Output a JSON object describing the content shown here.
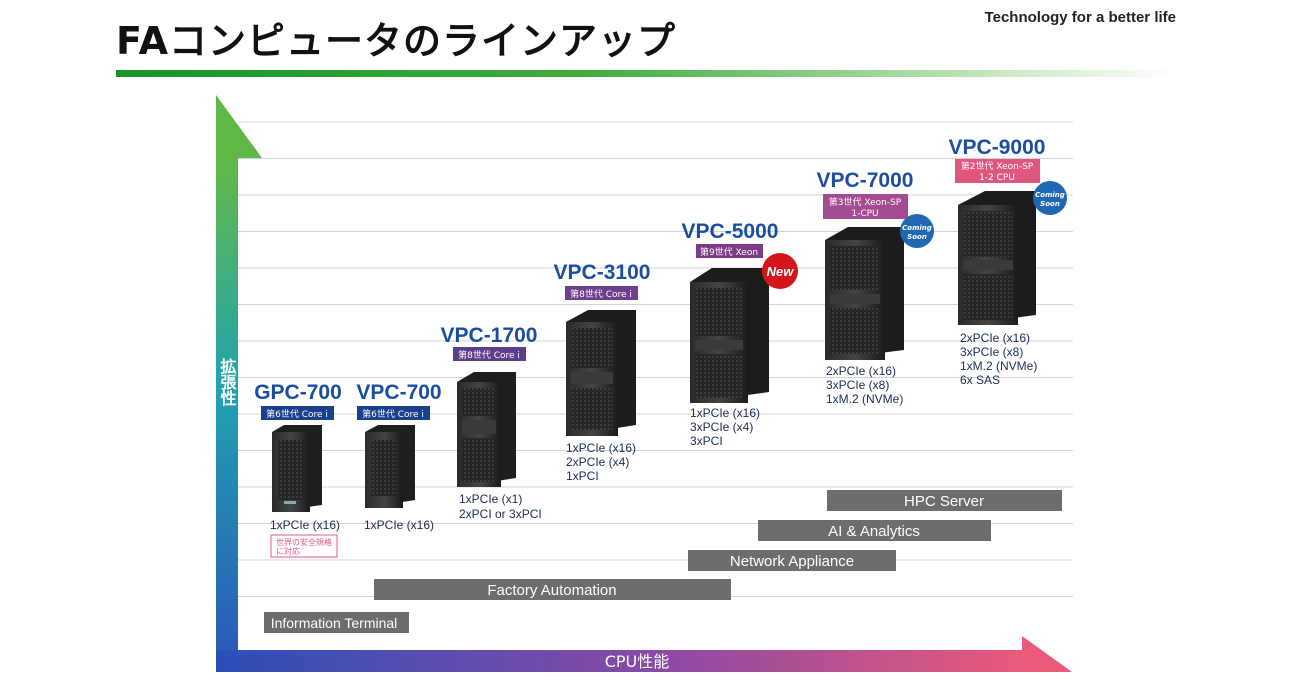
{
  "header": {
    "title": "FAコンピュータのラインアップ",
    "tagline": "Technology for a better life"
  },
  "axes": {
    "y_label": "拡張性",
    "x_label": "CPU性能"
  },
  "products": [
    {
      "id": "gpc-700",
      "name": "GPC-700",
      "badge": [
        "第6世代 Core i"
      ],
      "badge_color": "#1b3f8f",
      "specs": [
        "1xPCIe (x16)"
      ],
      "note": [
        "世界の安全規格",
        "に対応"
      ]
    },
    {
      "id": "vpc-700",
      "name": "VPC-700",
      "badge": [
        "第6世代 Core i"
      ],
      "badge_color": "#1b3f8f",
      "specs": [
        "1xPCIe (x16)"
      ]
    },
    {
      "id": "vpc-1700",
      "name": "VPC-1700",
      "badge": [
        "第8世代 Core i"
      ],
      "badge_color": "#5c3f8c",
      "specs": [
        "1xPCIe (x1)",
        "2xPCI or 3xPCI"
      ]
    },
    {
      "id": "vpc-3100",
      "name": "VPC-3100",
      "badge": [
        "第8世代 Core i"
      ],
      "badge_color": "#6e3f8c",
      "specs": [
        "1xPCIe (x16)",
        "2xPCIe (x4)",
        "1xPCI"
      ]
    },
    {
      "id": "vpc-5000",
      "name": "VPC-5000",
      "badge": [
        "第9世代 Xeon"
      ],
      "badge_color": "#7e3c88",
      "specs": [
        "1xPCIe (x16)",
        "3xPCIe (x4)",
        "3xPCI"
      ],
      "status": "New"
    },
    {
      "id": "vpc-7000",
      "name": "VPC-7000",
      "badge": [
        "第3世代 Xeon-SP",
        "1-CPU"
      ],
      "badge_color": "#a44b92",
      "specs": [
        "2xPCIe (x16)",
        "3xPCIe (x8)",
        "1xM.2 (NVMe)"
      ],
      "status": [
        "Coming",
        "Soon"
      ]
    },
    {
      "id": "vpc-9000",
      "name": "VPC-9000",
      "badge": [
        "第2世代 Xeon-SP",
        "1-2 CPU"
      ],
      "badge_color": "#e0577e",
      "specs": [
        "2xPCIe (x16)",
        "3xPCIe (x8)",
        "1xM.2 (NVMe)",
        "6x SAS"
      ],
      "status": [
        "Coming",
        "Soon"
      ]
    }
  ],
  "segments": [
    {
      "id": "hpc-server",
      "label": "HPC Server"
    },
    {
      "id": "ai-analytics",
      "label": "AI & Analytics"
    },
    {
      "id": "network-appliance",
      "label": "Network Appliance"
    },
    {
      "id": "factory-automation",
      "label": "Factory Automation"
    },
    {
      "id": "information-terminal",
      "label": "Information Terminal"
    }
  ],
  "colors": {
    "name_blue": "#1a4fa0",
    "segment_bar": "#6d6d6d",
    "new_badge": "#d4151b",
    "coming_soon_badge": "#2168b2"
  }
}
